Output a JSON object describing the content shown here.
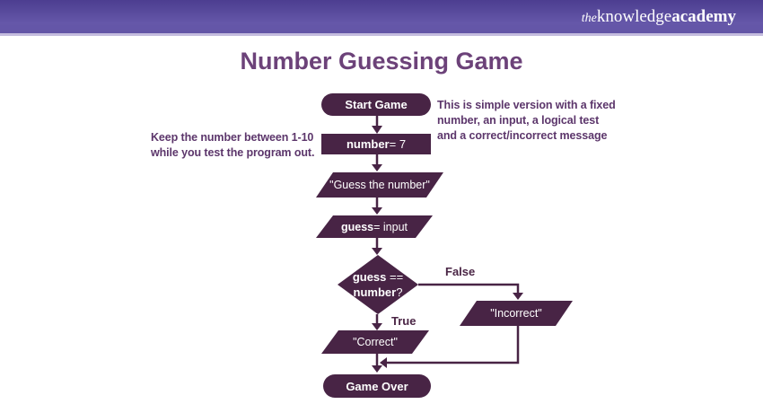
{
  "header": {
    "logo_the": "the",
    "logo_knowledge": "knowledge",
    "logo_academy": "academy"
  },
  "title": "Number Guessing Game",
  "notes": {
    "left": "Keep the number between 1-10\nwhile you test the program out.",
    "right": "This is simple version with a fixed\nnumber, an input, a logical test\nand a correct/incorrect message"
  },
  "flow": {
    "start_label": "Start Game",
    "set_number_bold": "number",
    "set_number_rest": " = 7",
    "prompt_label": "\"Guess the number\"",
    "input_bold": "guess",
    "input_rest": " = input",
    "decision_line1_bold": "guess",
    "decision_line1_rest": " ==",
    "decision_line2_bold": "number",
    "decision_line2_rest": "?",
    "false_label": "False",
    "true_label": "True",
    "incorrect_label": "\"Incorrect\"",
    "correct_label": "\"Correct\"",
    "end_label": "Game Over"
  },
  "colors": {
    "shape_fill": "#482445",
    "header_top": "#4C3D90",
    "header_bottom": "#6557A9",
    "header_underline": "#C4BCDE",
    "title_color": "#6C4279",
    "note_color": "#5C366B",
    "background": "#FFFFFF",
    "text_on_shape": "#FFFFFF"
  }
}
